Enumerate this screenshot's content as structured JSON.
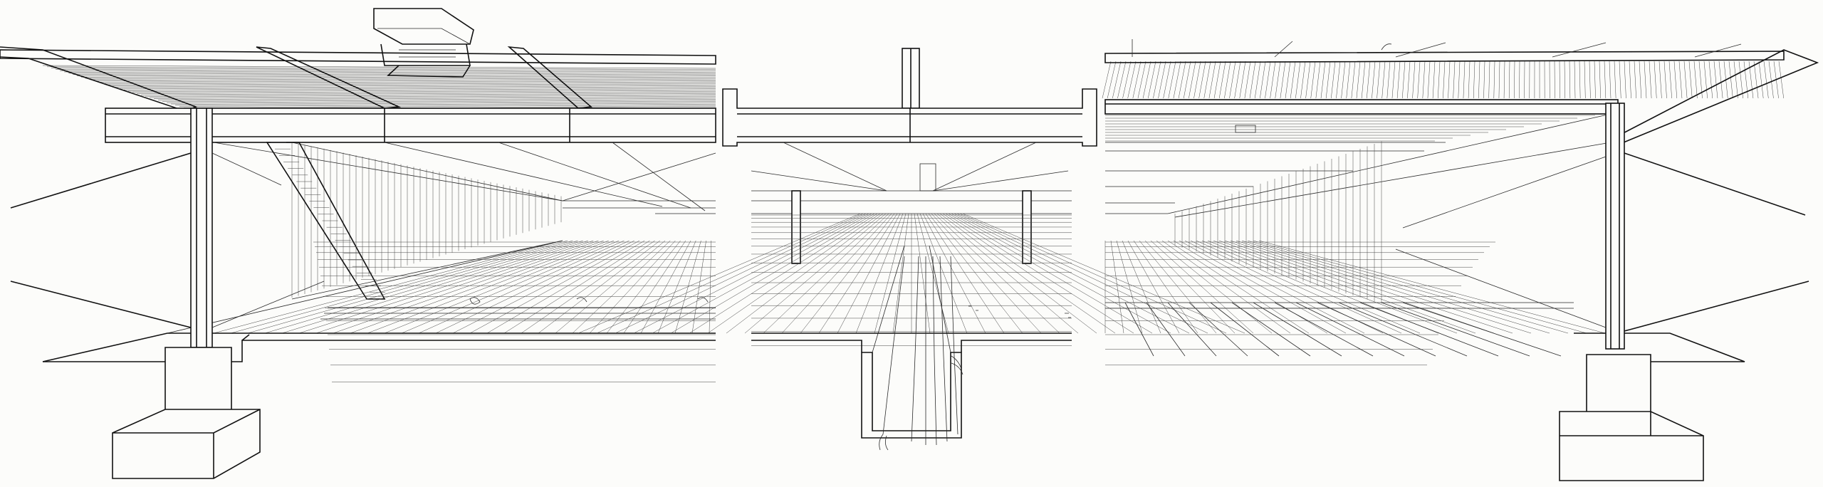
{
  "colors": {
    "paper": "#fcfcfa",
    "ink": "#1a1a1a"
  },
  "panels": [
    {
      "id": "left",
      "kind": "perspective-section"
    },
    {
      "id": "center",
      "kind": "perspective-section"
    },
    {
      "id": "right",
      "kind": "perspective-section"
    }
  ]
}
